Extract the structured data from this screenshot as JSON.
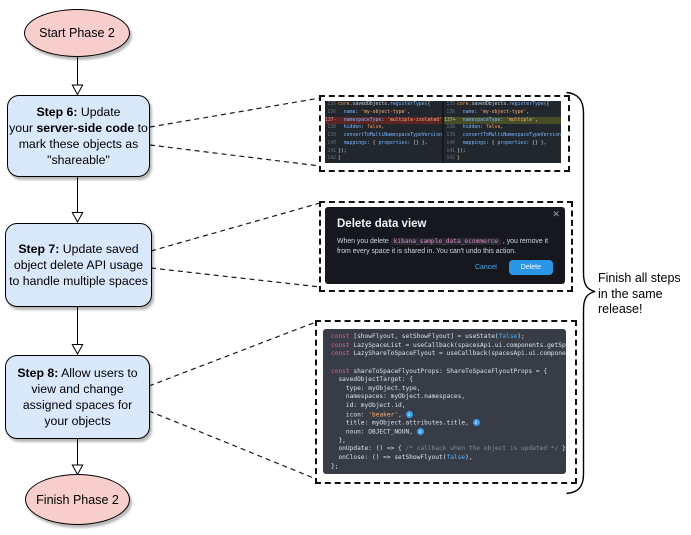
{
  "diagram": {
    "start_label": "Start Phase 2",
    "finish_label": "Finish Phase 2",
    "step6_lines": [
      [
        {
          "t": "Step 6:",
          "b": true
        },
        {
          "t": " Update"
        }
      ],
      [
        {
          "t": "your "
        },
        {
          "t": "server-side code",
          "b": true
        },
        {
          "t": " to"
        }
      ],
      [
        {
          "t": "mark these objects as"
        }
      ],
      [
        {
          "t": "\"shareable\""
        }
      ]
    ],
    "step7_lines": [
      [
        {
          "t": "Step 7:",
          "b": true
        },
        {
          "t": " Update saved"
        }
      ],
      [
        {
          "t": "object delete API usage"
        }
      ],
      [
        {
          "t": "to handle multiple spaces"
        }
      ]
    ],
    "step8_lines": [
      [
        {
          "t": "Step 8:",
          "b": true
        },
        {
          "t": " Allow users to"
        }
      ],
      [
        {
          "t": "view and change"
        }
      ],
      [
        {
          "t": "assigned spaces for"
        }
      ],
      [
        {
          "t": "your objects"
        }
      ]
    ],
    "side_note": [
      [
        {
          "t": "Finish all steps"
        }
      ],
      [
        {
          "t": "in the same"
        }
      ],
      [
        {
          "t": "release!"
        }
      ]
    ]
  },
  "code_diff": {
    "left": {
      "gutter": true,
      "lines": [
        {
          "num": "135",
          "segs": [
            {
              "c": "or",
              "t": "core"
            },
            {
              "c": "pl",
              "t": ".savedObjects."
            },
            {
              "c": "bl",
              "t": "registerType"
            },
            {
              "c": "pl",
              "t": "({"
            }
          ]
        },
        {
          "num": "136",
          "segs": [
            {
              "c": "bl",
              "t": "  name"
            },
            {
              "c": "pl",
              "t": ": "
            },
            {
              "c": "st",
              "t": "'my-object-type'"
            },
            {
              "c": "pl",
              "t": ","
            }
          ]
        },
        {
          "num": "137",
          "mark": "-",
          "segs": [
            {
              "c": "bl",
              "t": "  namespaceType"
            },
            {
              "c": "pl",
              "t": ": "
            },
            {
              "c": "st",
              "t": "'multiple-isolated'"
            },
            {
              "c": "pl",
              "t": ","
            }
          ]
        },
        {
          "num": "138",
          "segs": [
            {
              "c": "bl",
              "t": "  hidden"
            },
            {
              "c": "pl",
              "t": ": "
            },
            {
              "c": "or",
              "t": "false"
            },
            {
              "c": "pl",
              "t": ","
            }
          ]
        },
        {
          "num": "139",
          "segs": [
            {
              "c": "bl",
              "t": "  convertToMultiNamespaceTypeVersion"
            },
            {
              "c": "pl",
              "t": ": "
            },
            {
              "c": "st",
              "t": "'"
            }
          ]
        },
        {
          "num": "140",
          "segs": [
            {
              "c": "bl",
              "t": "  mappings"
            },
            {
              "c": "pl",
              "t": ": { "
            },
            {
              "c": "bl",
              "t": "properties"
            },
            {
              "c": "pl",
              "t": ": {} },"
            }
          ]
        },
        {
          "num": "141",
          "segs": [
            {
              "c": "pl",
              "t": "});"
            }
          ]
        },
        {
          "num": "142",
          "segs": [
            {
              "c": "ye",
              "t": "}"
            }
          ]
        }
      ]
    },
    "right": {
      "gutter": true,
      "lines": [
        {
          "num": "135",
          "segs": [
            {
              "c": "or",
              "t": "core"
            },
            {
              "c": "pl",
              "t": ".savedObjects."
            },
            {
              "c": "bl",
              "t": "registerType"
            },
            {
              "c": "pl",
              "t": "({"
            }
          ]
        },
        {
          "num": "136",
          "segs": [
            {
              "c": "bl",
              "t": "  name"
            },
            {
              "c": "pl",
              "t": ": "
            },
            {
              "c": "st",
              "t": "'my-object-type'"
            },
            {
              "c": "pl",
              "t": ","
            }
          ]
        },
        {
          "num": "137",
          "mark": "+",
          "segs": [
            {
              "c": "bl",
              "t": "  namespaceType"
            },
            {
              "c": "pl",
              "t": ": "
            },
            {
              "c": "st",
              "t": "'multiple'"
            },
            {
              "c": "pl",
              "t": ","
            }
          ]
        },
        {
          "num": "138",
          "segs": [
            {
              "c": "bl",
              "t": "  hidden"
            },
            {
              "c": "pl",
              "t": ": "
            },
            {
              "c": "or",
              "t": "false"
            },
            {
              "c": "pl",
              "t": ","
            }
          ]
        },
        {
          "num": "139",
          "segs": [
            {
              "c": "bl",
              "t": "  convertToMultiNamespaceTypeVersion"
            },
            {
              "c": "pl",
              "t": ": "
            },
            {
              "c": "st",
              "t": "'"
            }
          ]
        },
        {
          "num": "140",
          "segs": [
            {
              "c": "bl",
              "t": "  mappings"
            },
            {
              "c": "pl",
              "t": ": { "
            },
            {
              "c": "bl",
              "t": "properties"
            },
            {
              "c": "pl",
              "t": ": {} },"
            }
          ]
        },
        {
          "num": "141",
          "segs": [
            {
              "c": "pl",
              "t": "});"
            }
          ]
        },
        {
          "num": "142",
          "segs": [
            {
              "c": "ye",
              "t": "}"
            }
          ]
        }
      ]
    }
  },
  "modal": {
    "title": "Delete data view",
    "close_icon": "✕",
    "body_pre": "When you delete ",
    "code_token": "kibana_sample_data_ecommerce",
    "body_post": " , you remove it from every space it is shared in. You can't undo this action.",
    "cancel_label": "Cancel",
    "delete_label": "Delete"
  },
  "code_snippet": {
    "gutter": false,
    "lines": [
      {
        "segs": [
          {
            "c": "kw",
            "t": "const "
          },
          {
            "c": "pl",
            "t": "[showFlyout, setShowFlyout] = useState("
          },
          {
            "c": "bo",
            "t": "false"
          },
          {
            "c": "pl",
            "t": ");"
          }
        ]
      },
      {
        "segs": [
          {
            "c": "kw",
            "t": "const "
          },
          {
            "c": "pl",
            "t": "LazySpaceList = useCallback(spacesApi.ui.components.getSpaceLis"
          }
        ]
      },
      {
        "segs": [
          {
            "c": "kw",
            "t": "const "
          },
          {
            "c": "pl",
            "t": "LazyShareToSpaceFlyout = useCallback(spacesApi.ui.components.ge"
          }
        ]
      },
      {
        "segs": []
      },
      {
        "segs": [
          {
            "c": "kw",
            "t": "const "
          },
          {
            "c": "pl",
            "t": "shareToSpaceFlyoutProps: ShareToSpaceFlyoutProps = {"
          }
        ]
      },
      {
        "segs": [
          {
            "c": "pl",
            "t": "  savedObjectTarget: {"
          }
        ]
      },
      {
        "segs": [
          {
            "c": "pl",
            "t": "    type: myObject.type,"
          }
        ]
      },
      {
        "segs": [
          {
            "c": "pl",
            "t": "    namespaces: myObject.namespaces,"
          }
        ]
      },
      {
        "segs": [
          {
            "c": "pl",
            "t": "    id: myObject.id,"
          }
        ]
      },
      {
        "segs": [
          {
            "c": "pl",
            "t": "    icon: "
          },
          {
            "c": "st",
            "t": "'beaker'"
          },
          {
            "c": "pl",
            "t": ", "
          },
          {
            "c": "bd",
            "t": "1"
          }
        ]
      },
      {
        "segs": [
          {
            "c": "pl",
            "t": "    title: myObject.attributes.title, "
          },
          {
            "c": "bd",
            "t": "2"
          }
        ]
      },
      {
        "segs": [
          {
            "c": "pl",
            "t": "    noun: OBJECT_NOUN, "
          },
          {
            "c": "bd",
            "t": "3"
          }
        ]
      },
      {
        "segs": [
          {
            "c": "pl",
            "t": "  },"
          }
        ]
      },
      {
        "segs": [
          {
            "c": "pl",
            "t": "  onUpdate: () => { "
          },
          {
            "c": "cm",
            "t": "/* callback when the object is updated */"
          },
          {
            "c": "pl",
            "t": " },"
          }
        ]
      },
      {
        "segs": [
          {
            "c": "pl",
            "t": "  onClose: () => setShowFlyout("
          },
          {
            "c": "bo",
            "t": "false"
          },
          {
            "c": "pl",
            "t": "),"
          }
        ]
      },
      {
        "segs": [
          {
            "c": "pl",
            "t": "};"
          }
        ]
      }
    ]
  },
  "colors": {
    "node_pink": "#f8cecc",
    "node_blue": "#dae8fc",
    "accent_blue": "#36a2ef",
    "delete_button_blue": "#2b96e8",
    "diff_removed_bg": "#5d2426",
    "diff_added_bg": "#474e27"
  }
}
